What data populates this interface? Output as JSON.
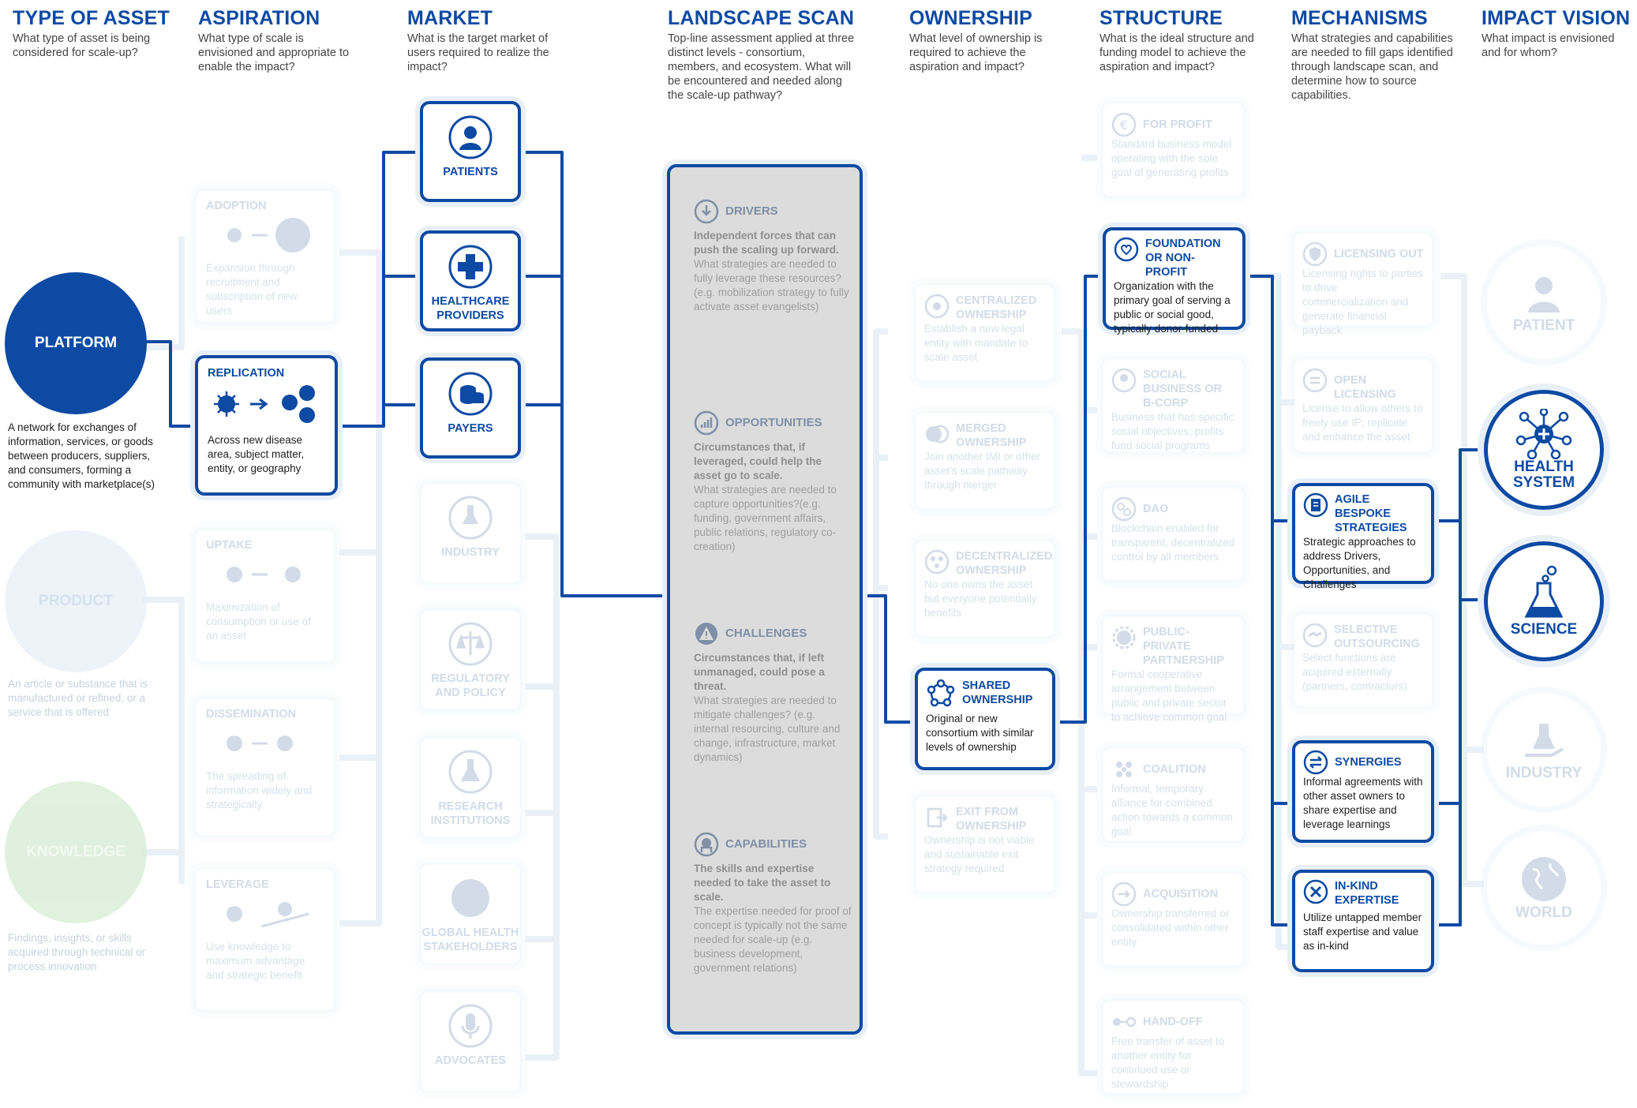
{
  "columns": [
    {
      "title": "TYPE OF ASSET",
      "desc": "What type of asset is being considered for scale-up?"
    },
    {
      "title": "ASPIRATION",
      "desc": "What type of scale is envisioned and appropriate to enable the impact?"
    },
    {
      "title": "MARKET",
      "desc": "What is the target market of users required to realize the impact?"
    },
    {
      "title": "LANDSCAPE SCAN",
      "desc": "Top-line assessment applied at three distinct levels - consortium, members, and ecosystem. What will be encountered and needed along the scale-up pathway?"
    },
    {
      "title": "OWNERSHIP",
      "desc": "What level of ownership is required to achieve the aspiration and impact?"
    },
    {
      "title": "STRUCTURE",
      "desc": "What is the ideal structure and funding model to achieve the aspiration and impact?"
    },
    {
      "title": "MECHANISMS",
      "desc": "What strategies and capabilities are needed to fill gaps identified through landscape scan, and determine how to source capabilities."
    },
    {
      "title": "IMPACT VISION",
      "desc": "What impact is envisioned and for whom?"
    }
  ],
  "asset_types": [
    {
      "label": "PLATFORM",
      "desc": "A network for exchanges of information, services, or goods between producers, suppliers, and consumers, forming a community with marketplace(s)",
      "color": "#0d4aa3"
    },
    {
      "label": "PRODUCT",
      "desc": "An article or substance that is manufactured or refined, or a service that is offered",
      "color": "#e8eef8"
    },
    {
      "label": "KNOWLEDGE",
      "desc": "Findings, insights, or skills acquired through technical or process innovation",
      "color": "#d4ecd3"
    }
  ],
  "aspiration": [
    {
      "title": "ADOPTION",
      "desc": "Expansion through recruitment and subscription of new users"
    },
    {
      "title": "REPLICATION",
      "desc": "Across new disease area, subject matter, entity, or geography"
    },
    {
      "title": "UPTAKE",
      "desc": "Maximization of consumption or use of an asset"
    },
    {
      "title": "DISSEMINATION",
      "desc": "The spreading of information widely and strategically"
    },
    {
      "title": "LEVERAGE",
      "desc": "Use knowledge to maximum advantage and strategic benefit"
    }
  ],
  "market": [
    {
      "label": "PATIENTS",
      "icon": "patient-icon"
    },
    {
      "label": "HEALTHCARE PROVIDERS",
      "icon": "medical-cross-icon"
    },
    {
      "label": "PAYERS",
      "icon": "coins-icon"
    },
    {
      "label": "INDUSTRY",
      "icon": "flask-hand-icon"
    },
    {
      "label": "REGULATORY AND POLICY",
      "icon": "scales-icon"
    },
    {
      "label": "RESEARCH INSTITUTIONS",
      "icon": "flask-icon"
    },
    {
      "label": "GLOBAL HEALTH STAKEHOLDERS",
      "icon": "globe-icon"
    },
    {
      "label": "ADVOCATES",
      "icon": "microphone-icon"
    }
  ],
  "landscape": [
    {
      "title": "DRIVERS",
      "bold": "Independent forces that can push the scaling up forward.",
      "desc": "What strategies are needed to fully leverage these resources? (e.g. mobilization strategy to fully activate asset evangelists)",
      "icon": "drivers-icon"
    },
    {
      "title": "OPPORTUNITIES",
      "bold": "Circumstances that, if leveraged, could help the asset go to scale.",
      "desc": "What strategies are needed to capture opportunities?(e.g. funding, government affairs, public relations, regulatory co-creation)",
      "icon": "chart-icon"
    },
    {
      "title": "CHALLENGES",
      "bold": "Circumstances that, if left unmanaged, could pose a threat.",
      "desc": "What strategies are needed to mitigate challenges? (e.g. internal resourcing, culture and change, infrastructure, market dynamics)",
      "icon": "warning-icon"
    },
    {
      "title": "CAPABILITIES",
      "bold": "The skills and expertise needed to take the asset to scale.",
      "desc": "The expertise needed for proof of concept is typically not the same needed for scale-up (e.g. business development, government relations)",
      "icon": "head-gear-icon"
    }
  ],
  "ownership": [
    {
      "title": "CENTRALIZED OWNERSHIP",
      "desc": "Establish a new legal entity with mandate to scale asset"
    },
    {
      "title": "MERGED OWNERSHIP",
      "desc": "Join another IMI or other asset's scale pathway through merger"
    },
    {
      "title": "DECENTRALIZED OWNERSHIP",
      "desc": "No one owns the asset but everyone potentially benefits"
    },
    {
      "title": "SHARED OWNERSHIP",
      "desc": "Original or new consortium with similar levels of ownership"
    },
    {
      "title": "EXIT FROM OWNERSHIP",
      "desc": "Ownership is not viable and sustainable exit strategy required"
    }
  ],
  "structure": [
    {
      "title": "FOR PROFIT",
      "desc": "Standard business model operating with the sole goal of generating profits"
    },
    {
      "title": "FOUNDATION OR NON-PROFIT",
      "desc": "Organization with the primary goal of serving a public or social good, typically donor-funded"
    },
    {
      "title": "SOCIAL BUSINESS OR B-CORP",
      "desc": "Business that has specific social objectives; profits fund social programs"
    },
    {
      "title": "DAO",
      "desc": "Blockchain enabled for transparent, decentralized control by all members"
    },
    {
      "title": "PUBLIC-PRIVATE PARTNERSHIP",
      "desc": "Formal cooperative arrangement between public and private sector to achieve common goal"
    },
    {
      "title": "COALITION",
      "desc": "Informal, temporary alliance for combined action towards a common goal"
    },
    {
      "title": "ACQUISITION",
      "desc": "Ownership transferred or consolidated within other entity"
    },
    {
      "title": "HAND-OFF",
      "desc": "Free transfer of asset to another entity for continued use or stewardship"
    }
  ],
  "mechanisms": [
    {
      "title": "LICENSING OUT",
      "desc": "Licensing rights to parties to drive commercialization and generate financial payback"
    },
    {
      "title": "OPEN LICENSING",
      "desc": "License to allow others to freely use IP; replicate and enhance the asset"
    },
    {
      "title": "AGILE BESPOKE STRATEGIES",
      "desc": "Strategic approaches to address Drivers, Opportunities, and Challenges"
    },
    {
      "title": "SELECTIVE OUTSOURCING",
      "desc": "Select functions are acquired externally (partners, contractors)"
    },
    {
      "title": "SYNERGIES",
      "desc": "Informal agreements with other asset owners to share expertise and leverage learnings"
    },
    {
      "title": "IN-KIND EXPERTISE",
      "desc": "Utilize untapped member staff expertise and value as in-kind"
    }
  ],
  "impact": [
    {
      "label": "PATIENT",
      "icon": "patient-icon"
    },
    {
      "label": "HEALTH SYSTEM",
      "icon": "network-cross-icon"
    },
    {
      "label": "SCIENCE",
      "icon": "flask-icon"
    },
    {
      "label": "INDUSTRY",
      "icon": "flask-hand-icon"
    },
    {
      "label": "WORLD",
      "icon": "globe-icon"
    }
  ],
  "colors": {
    "active": "#0d4aa3",
    "inactive": "#e9f0f6",
    "landscape_bg": "#dcdcdc"
  }
}
